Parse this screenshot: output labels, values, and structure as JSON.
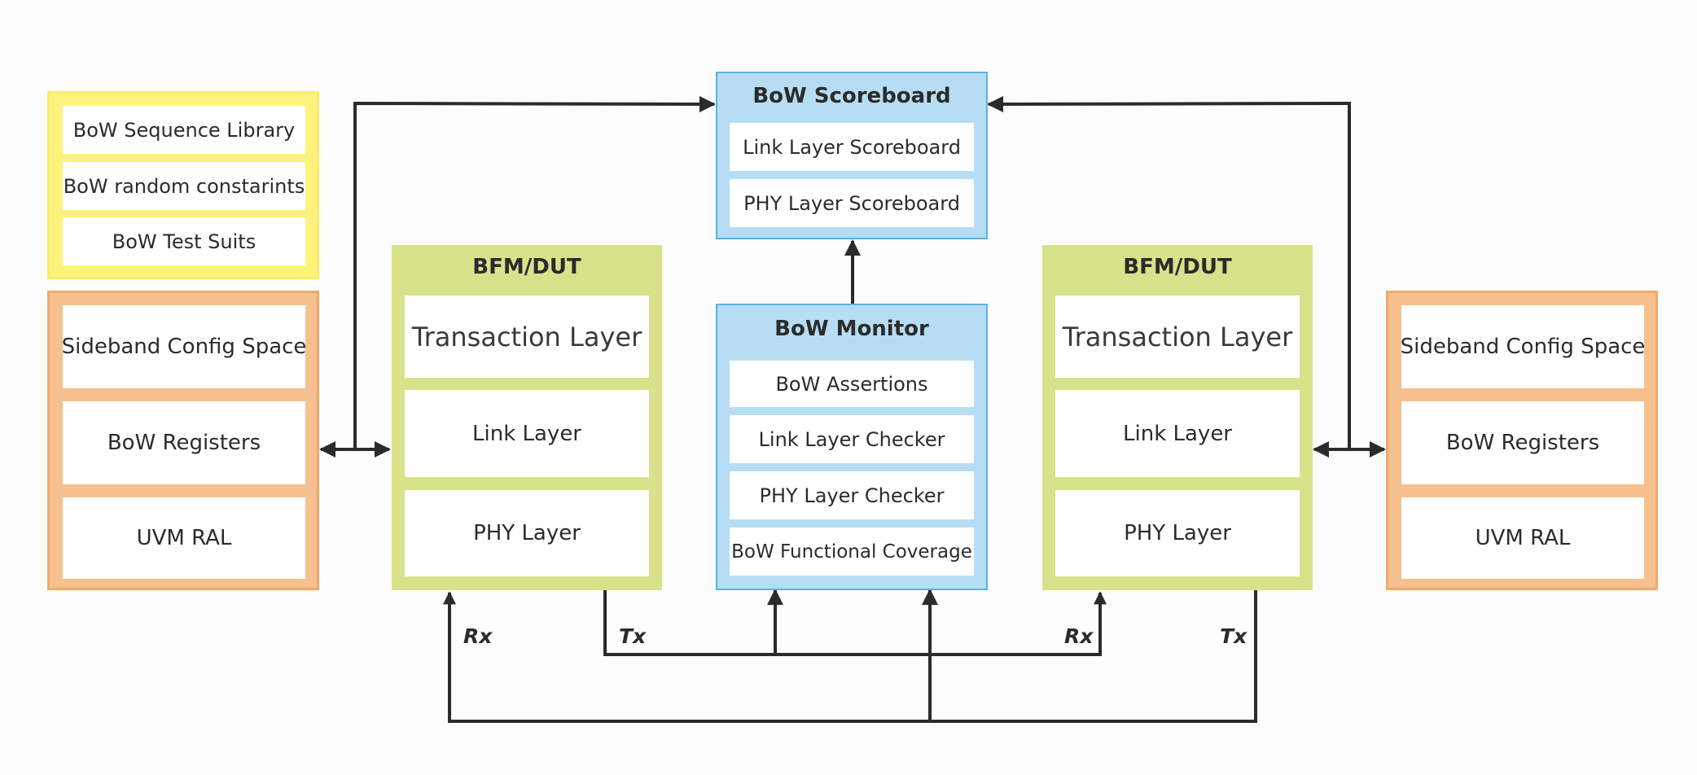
{
  "sequence_panel": {
    "items": [
      "BoW Sequence Library",
      "BoW random constarints",
      "BoW Test Suits"
    ]
  },
  "left_config_panel": {
    "items": [
      "Sideband Config Space",
      "BoW Registers",
      "UVM RAL"
    ]
  },
  "right_config_panel": {
    "items": [
      "Sideband Config Space",
      "BoW Registers",
      "UVM RAL"
    ]
  },
  "left_bfm": {
    "title": "BFM/DUT",
    "layers": [
      "Transaction Layer",
      "Link Layer",
      "PHY Layer"
    ]
  },
  "right_bfm": {
    "title": "BFM/DUT",
    "layers": [
      "Transaction Layer",
      "Link Layer",
      "PHY Layer"
    ]
  },
  "scoreboard": {
    "title": "BoW Scoreboard",
    "items": [
      "Link Layer Scoreboard",
      "PHY Layer Scoreboard"
    ]
  },
  "monitor": {
    "title": "BoW Monitor",
    "items": [
      "BoW Assertions",
      "Link Layer Checker",
      "PHY Layer Checker",
      "BoW Functional Coverage"
    ]
  },
  "signals": {
    "left_rx": "Rx",
    "left_tx": "Tx",
    "right_rx": "Rx",
    "right_tx": "Tx"
  },
  "colors": {
    "yellow": "#fdf27c",
    "orange": "#f6c08f",
    "green": "#d8e28a",
    "blue": "#b6ddf4",
    "line": "#2b2b2b"
  }
}
